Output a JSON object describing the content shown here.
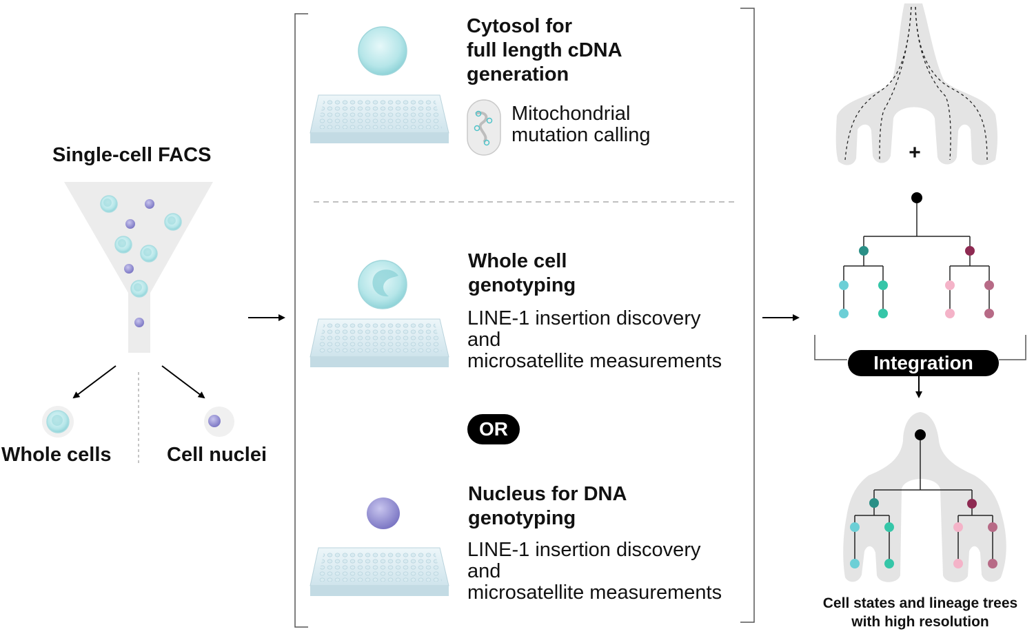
{
  "left": {
    "title": "Single-cell FACS",
    "whole_cells": "Whole cells",
    "cell_nuclei": "Cell nuclei"
  },
  "middle": {
    "section1": {
      "title": "Cytosol for\nfull length cDNA\ngeneration",
      "sub": "Mitochondrial\nmutation calling"
    },
    "section2": {
      "title": "Whole cell\ngenotyping",
      "desc": "LINE-1 insertion discovery\nand\nmicrosatellite measurements"
    },
    "or_label": "OR",
    "section3": {
      "title": "Nucleus for DNA\ngenotyping",
      "desc": "LINE-1 insertion discovery\nand\nmicrosatellite measurements"
    }
  },
  "right": {
    "plus": "+",
    "integration": "Integration",
    "caption": "Cell states and lineage trees\nwith high resolution"
  },
  "colors": {
    "cell_teal": "#9fdde0",
    "nucleus_purple": "#8f8ad0",
    "funnel_gray": "#ececec",
    "silhouette_gray": "#e4e4e4",
    "node_teal_dark": "#2a8f86",
    "node_crimson": "#8e2a52",
    "node_cyan": "#6ccfd6",
    "node_green": "#35c6a8",
    "node_pink": "#f4b3c8",
    "node_mauve": "#b76a86"
  }
}
